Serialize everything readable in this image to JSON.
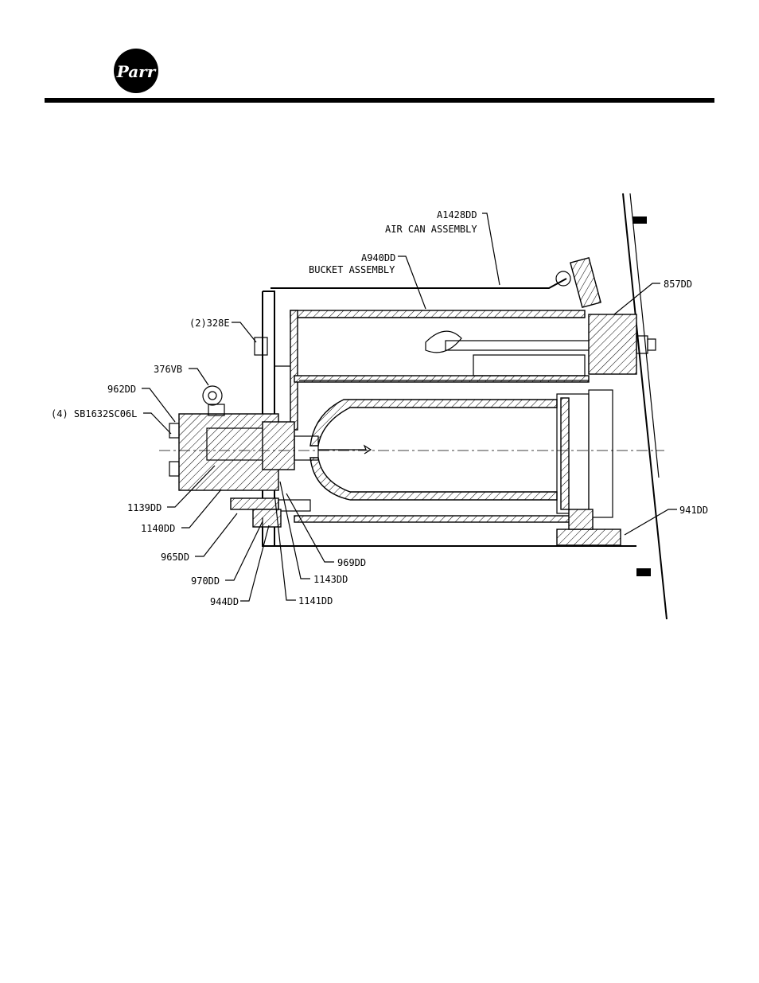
{
  "header": {
    "logo_text": "Parr"
  },
  "drawing": {
    "labels": {
      "air_can_part": "A1428DD",
      "air_can_name": "AIR CAN ASSEMBLY",
      "bucket_part": "A940DD",
      "bucket_name": "BUCKET ASSEMBLY",
      "p857": "857DD",
      "p328": "(2)328E",
      "p376": "376VB",
      "p962": "962DD",
      "psb": "(4) SB1632SC06L",
      "p1139": "1139DD",
      "p1140": "1140DD",
      "p965": "965DD",
      "p970": "970DD",
      "p944": "944DD",
      "p969": "969DD",
      "p1143": "1143DD",
      "p1141": "1141DD",
      "p941": "941DD"
    }
  }
}
